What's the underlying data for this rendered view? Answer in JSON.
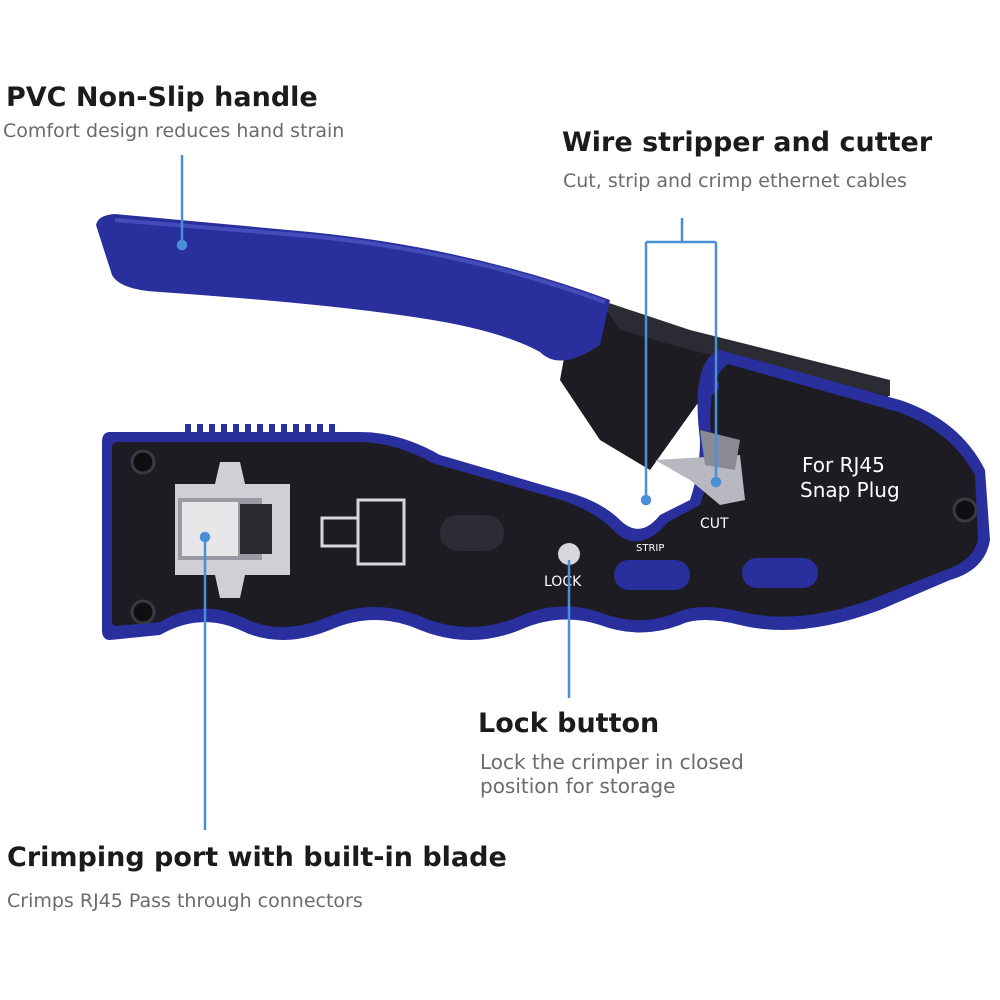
{
  "callouts": {
    "handle": {
      "title": "PVC Non-Slip handle",
      "subtitle": "Comfort design reduces hand strain"
    },
    "stripper": {
      "title": "Wire stripper and cutter",
      "subtitle": "Cut, strip and crimp ethernet cables"
    },
    "lock": {
      "title": "Lock button",
      "subtitle_line1": "Lock the crimper in closed",
      "subtitle_line2": "position for storage"
    },
    "crimp": {
      "title": "Crimping port with built-in blade",
      "subtitle": "Crimps RJ45 Pass through connectors"
    }
  },
  "tool": {
    "label_line1": "For RJ45",
    "label_line2": "Snap Plug",
    "cut_label": "CUT",
    "strip_label": "STRIP",
    "lock_label": "LOCK"
  },
  "colors": {
    "handle_blue": "#2a2f9e",
    "body_black": "#1c1c22",
    "callout_line": "#4a8fd8",
    "port_silver": "#cfcfd4"
  }
}
